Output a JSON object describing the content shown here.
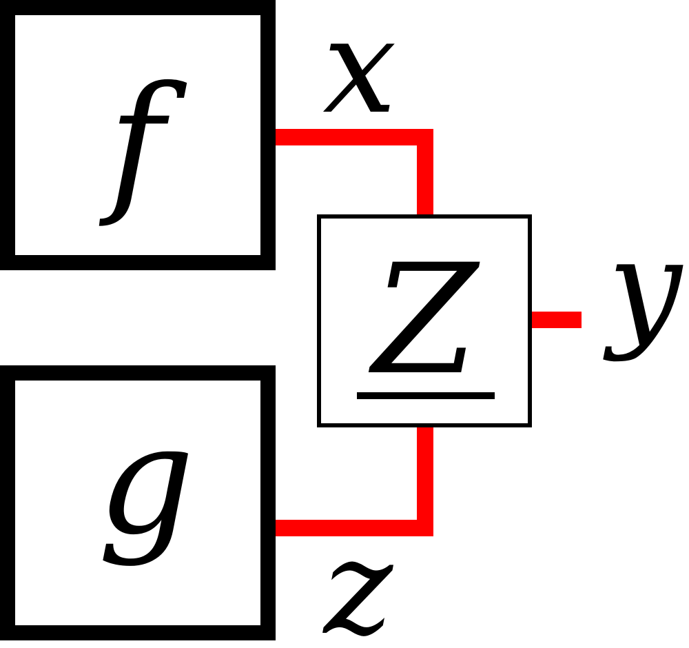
{
  "diagram": {
    "boxes": {
      "f": "f",
      "g": "g",
      "center": "Z"
    },
    "wires": {
      "x": "x",
      "y": "y",
      "z": "z"
    },
    "colors": {
      "wire": "#ff0000",
      "stroke": "#000000",
      "background": "#ffffff"
    }
  }
}
